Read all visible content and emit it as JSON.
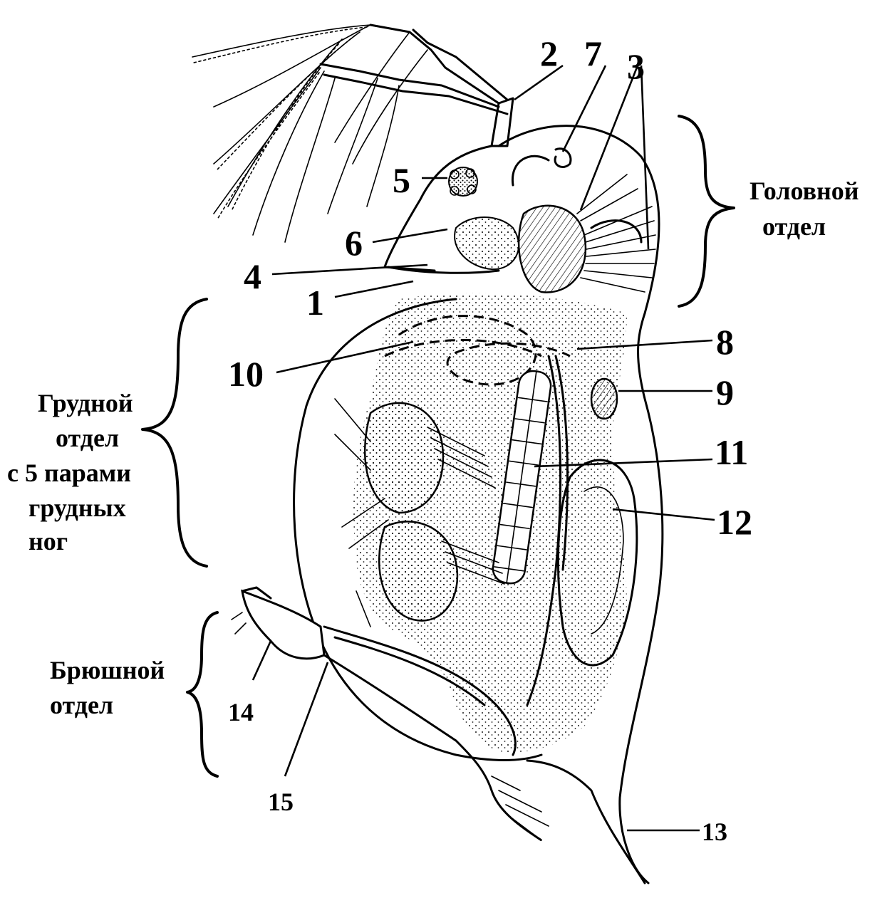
{
  "labels": {
    "n1": "1",
    "n2": "2",
    "n3": "3",
    "n4": "4",
    "n5": "5",
    "n6": "6",
    "n7": "7",
    "n8": "8",
    "n9": "9",
    "n10": "10",
    "n11": "11",
    "n12": "12",
    "n13": "13",
    "n14": "14",
    "n15": "15"
  },
  "sections": {
    "head": [
      "Головной",
      "отдел"
    ],
    "thorax": [
      "Грудной",
      "отдел",
      "с 5 парами",
      "грудных",
      "ног"
    ],
    "abdomen": [
      "Брюшной",
      "отдел"
    ]
  },
  "colors": {
    "ink": "#000000",
    "background": "#ffffff"
  }
}
